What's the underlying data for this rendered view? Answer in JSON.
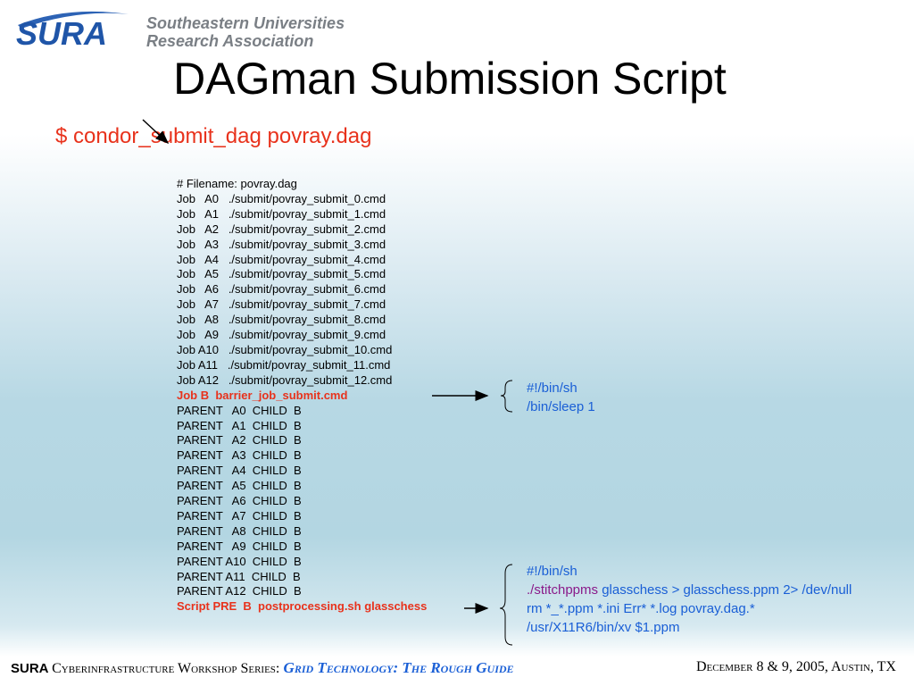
{
  "header": {
    "logo_text": "SURA",
    "org_line1": "Southeastern Universities",
    "org_line2": "Research Association"
  },
  "slide": {
    "title": "DAGman Submission Script",
    "command": "$ condor_submit_dag povray.dag"
  },
  "dag_file": {
    "lines": [
      {
        "text": "# Filename: povray.dag",
        "highlight": false
      },
      {
        "text": "Job   A0   ./submit/povray_submit_0.cmd",
        "highlight": false
      },
      {
        "text": "Job   A1   ./submit/povray_submit_1.cmd",
        "highlight": false
      },
      {
        "text": "Job   A2   ./submit/povray_submit_2.cmd",
        "highlight": false
      },
      {
        "text": "Job   A3   ./submit/povray_submit_3.cmd",
        "highlight": false
      },
      {
        "text": "Job   A4   ./submit/povray_submit_4.cmd",
        "highlight": false
      },
      {
        "text": "Job   A5   ./submit/povray_submit_5.cmd",
        "highlight": false
      },
      {
        "text": "Job   A6   ./submit/povray_submit_6.cmd",
        "highlight": false
      },
      {
        "text": "Job   A7   ./submit/povray_submit_7.cmd",
        "highlight": false
      },
      {
        "text": "Job   A8   ./submit/povray_submit_8.cmd",
        "highlight": false
      },
      {
        "text": "Job   A9   ./submit/povray_submit_9.cmd",
        "highlight": false
      },
      {
        "text": "Job A10   ./submit/povray_submit_10.cmd",
        "highlight": false
      },
      {
        "text": "Job A11   ./submit/povray_submit_11.cmd",
        "highlight": false
      },
      {
        "text": "Job A12   ./submit/povray_submit_12.cmd",
        "highlight": false
      },
      {
        "text": "Job B  barrier_job_submit.cmd",
        "highlight": true
      },
      {
        "text": "PARENT   A0  CHILD  B",
        "highlight": false
      },
      {
        "text": "PARENT   A1  CHILD  B",
        "highlight": false
      },
      {
        "text": "PARENT   A2  CHILD  B",
        "highlight": false
      },
      {
        "text": "PARENT   A3  CHILD  B",
        "highlight": false
      },
      {
        "text": "PARENT   A4  CHILD  B",
        "highlight": false
      },
      {
        "text": "PARENT   A5  CHILD  B",
        "highlight": false
      },
      {
        "text": "PARENT   A6  CHILD  B",
        "highlight": false
      },
      {
        "text": "PARENT   A7  CHILD  B",
        "highlight": false
      },
      {
        "text": "PARENT   A8  CHILD  B",
        "highlight": false
      },
      {
        "text": "PARENT   A9  CHILD  B",
        "highlight": false
      },
      {
        "text": "PARENT A10  CHILD  B",
        "highlight": false
      },
      {
        "text": "PARENT A11  CHILD  B",
        "highlight": false
      },
      {
        "text": "PARENT A12  CHILD  B",
        "highlight": false
      },
      {
        "text": "Script PRE  B  postprocessing.sh glasschess",
        "highlight": true
      }
    ]
  },
  "barrier_script": {
    "line1": "#!/bin/sh",
    "line2": "/bin/sleep 1"
  },
  "post_script": {
    "line1": "#!/bin/sh",
    "line2_cmd": "./stitchppms",
    "line2_rest": " glasschess > glasschess.ppm 2> /dev/null",
    "line3": "rm *_*.ppm *.ini Err*  *.log povray.dag.*",
    "line4": "/usr/X11R6/bin/xv $1.ppm"
  },
  "footer": {
    "sura": "SURA",
    "series": "Cyberinfrastructure Workshop Series:",
    "guide": "Grid Technology: The Rough Guide",
    "date": "December 8 & 9, 2005, Austin, TX"
  },
  "colors": {
    "title": "#000000",
    "command": "#e8321c",
    "highlight": "#e8321c",
    "script_text": "#1a5fd6",
    "logo_blue": "#1f55a8"
  }
}
